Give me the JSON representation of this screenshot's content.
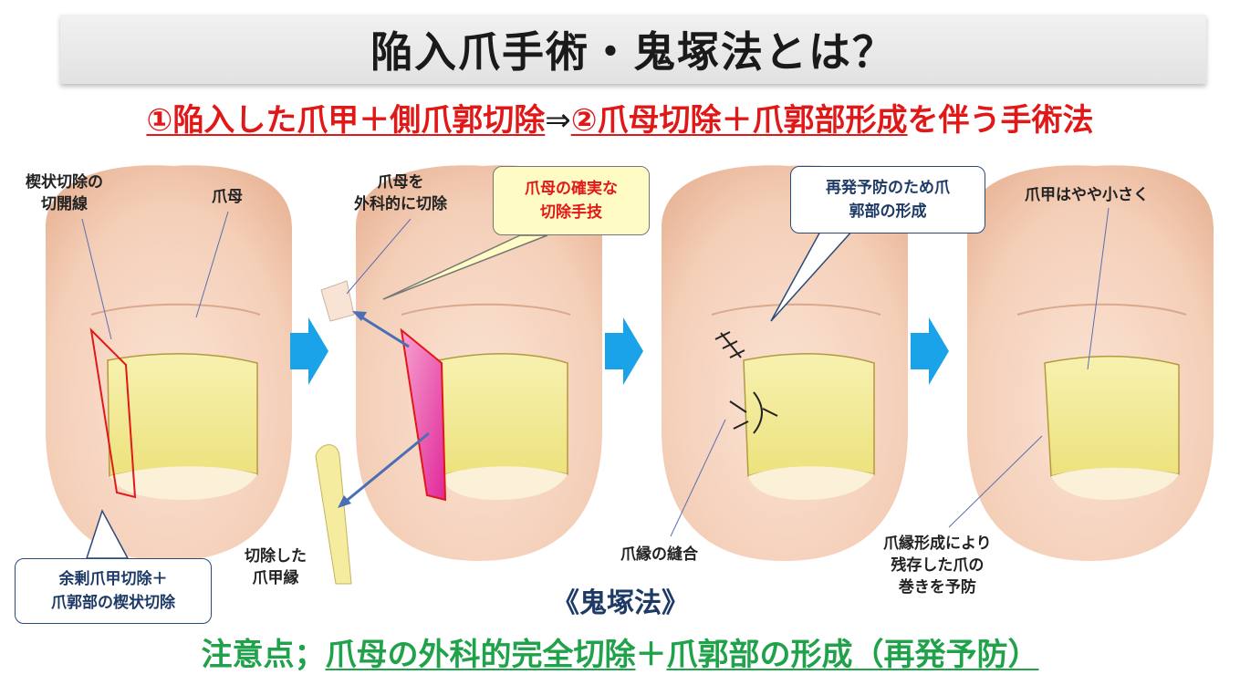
{
  "title": "陥入爪手術・鬼塚法とは？",
  "subtitle": {
    "part1": "①陥入した爪甲＋側爪郭切除",
    "arrow": "⇒",
    "part2": "②爪母切除＋爪郭部形成",
    "part3": "を伴う手術法"
  },
  "labels": {
    "wedge_incision": [
      "楔状切除の",
      "切開線"
    ],
    "nail_matrix": "爪母",
    "matrix_excision": [
      "爪母を",
      "外科的に切除"
    ],
    "excised_edge": [
      "切除した",
      "爪甲縁"
    ],
    "suture": "爪縁の縫合",
    "smaller_nail": "爪甲はやや小さく",
    "prevent_curl": [
      "爪縁形成により",
      "残存した爪の",
      "巻きを予防"
    ]
  },
  "callouts": {
    "reliable": [
      "爪母の確実な",
      "切除手技"
    ],
    "recurrence": [
      "再発予防のため爪",
      "郭部の形成"
    ],
    "surplus": [
      "余剰爪甲切除＋",
      "爪郭部の楔状切除"
    ]
  },
  "method_name": "《鬼塚法》",
  "footer": {
    "prefix": "注意点；",
    "part1": "爪母の外科的完全切除",
    "plus": "＋",
    "part2": "爪郭部の形成（再発予防）"
  },
  "colors": {
    "title_red": "#e01818",
    "footer_green": "#1fa24a",
    "navy": "#1d3a66",
    "arrow_blue": "#1aa3e8",
    "skin": "#f6d6c2",
    "nail": "#f4ec9a"
  }
}
